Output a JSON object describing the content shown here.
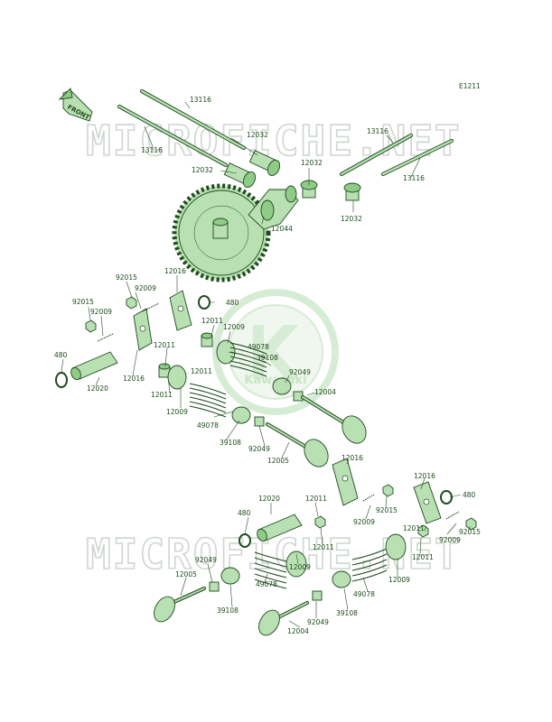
{
  "diagram_code": "E1211",
  "direction_label": "FRONT",
  "watermark": "MICROFICHE.NET",
  "logo_text": "Kawasaki",
  "colors": {
    "part_fill": "#b9e0b3",
    "part_stroke": "#1e4a1e",
    "watermark": "#cfd6cf",
    "logo": "#b8ddb2"
  },
  "parts": [
    "13116",
    "13116",
    "12032",
    "12032",
    "13116",
    "12032",
    "12032",
    "13116",
    "12044",
    "92015",
    "12016",
    "92009",
    "480",
    "92015",
    "92009",
    "12011",
    "12009",
    "49078",
    "39108",
    "92049",
    "12004",
    "12011",
    "480",
    "12020",
    "12016",
    "12011",
    "12011",
    "12009",
    "49078",
    "39108",
    "92049",
    "12005",
    "12016",
    "12016",
    "480",
    "92015",
    "92009",
    "92015",
    "12011",
    "92009",
    "12020",
    "12011",
    "480",
    "12011",
    "12009",
    "92049",
    "12005",
    "49078",
    "39108",
    "12009",
    "49078",
    "39108",
    "92049",
    "12004"
  ]
}
